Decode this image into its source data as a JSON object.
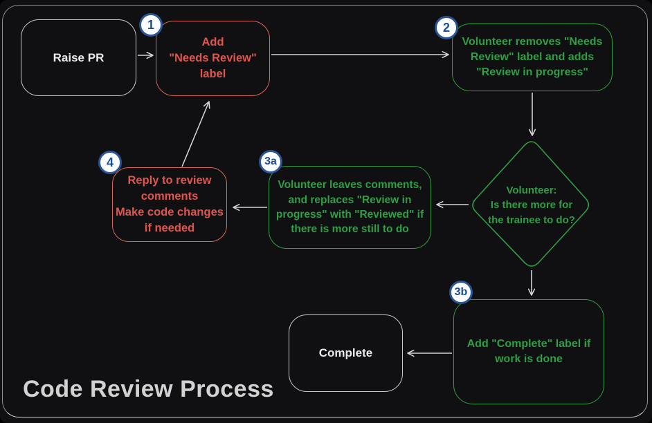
{
  "title": "Code Review Process",
  "colors": {
    "background": "#101013",
    "red": "#e0554d",
    "green": "#2f9e44",
    "neutral": "#ececec",
    "badge_border": "#2a5494",
    "badge_text": "#1d4e94",
    "arrow": "#d4d4d4"
  },
  "nodes": {
    "raise_pr": {
      "label": "Raise PR"
    },
    "add_needs_review": {
      "badge": "1",
      "label": "Add\n\"Needs Review\"\nlabel"
    },
    "volunteer_removes": {
      "badge": "2",
      "label": "Volunteer removes \"Needs\nReview\" label and adds\n\"Review in progress\""
    },
    "decision": {
      "label": "Volunteer:\nIs there more for\nthe trainee to do?"
    },
    "volunteer_comments": {
      "badge": "3a",
      "label": "Volunteer leaves comments,\nand replaces \"Review in\nprogress\" with \"Reviewed\" if\nthere is more still to do"
    },
    "reply_changes": {
      "badge": "4",
      "label": "Reply to review\ncomments\nMake code changes\nif needed"
    },
    "add_complete": {
      "badge": "3b",
      "label": "Add \"Complete\" label if\nwork is done"
    },
    "complete": {
      "label": "Complete"
    }
  }
}
